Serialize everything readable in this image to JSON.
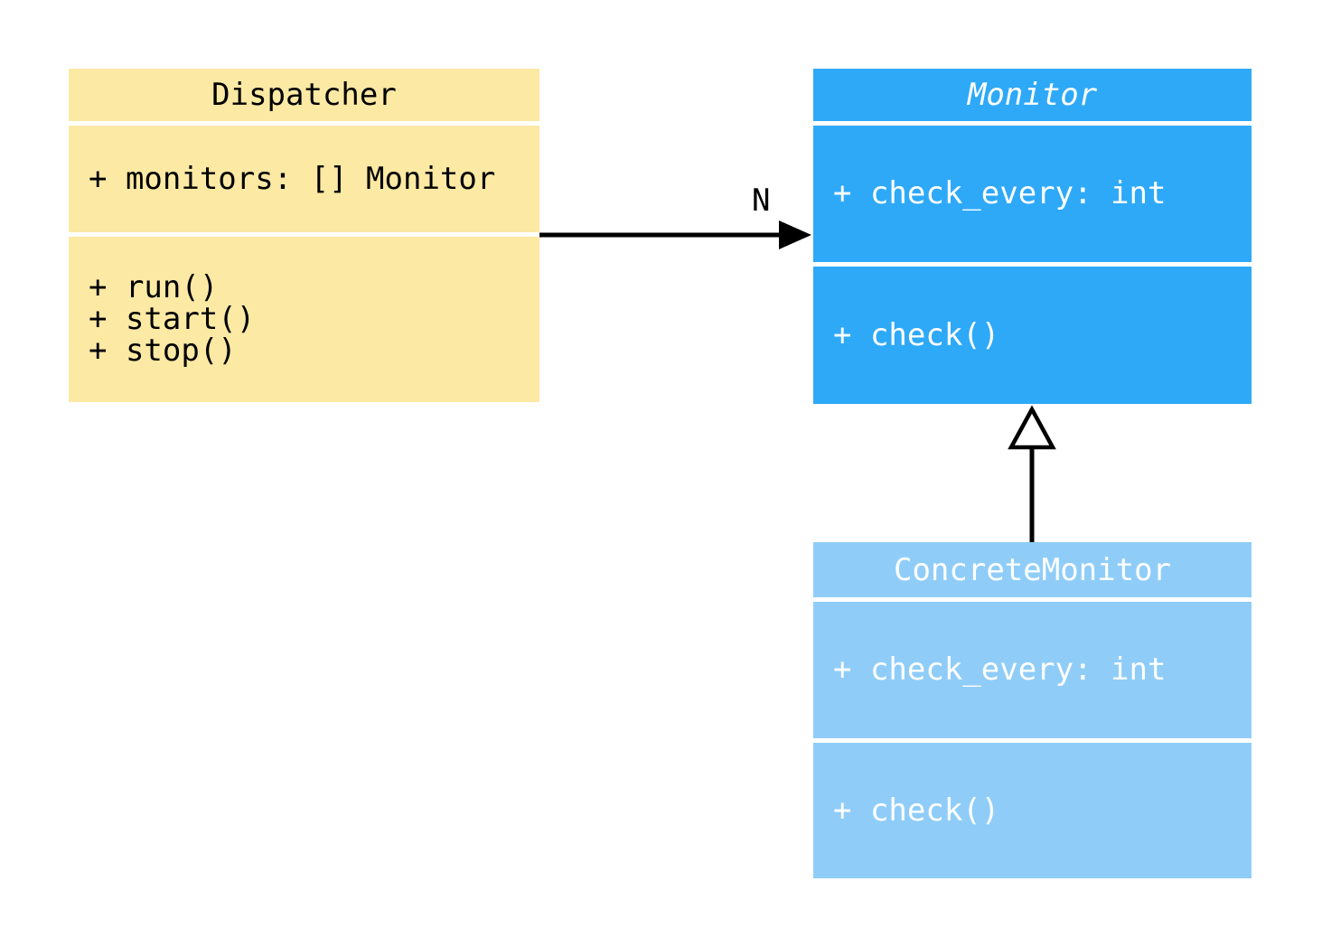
{
  "classes": {
    "dispatcher": {
      "title": "Dispatcher",
      "attributes": [
        "+ monitors: [] Monitor"
      ],
      "methods": [
        "+ run()",
        "+ start()",
        "+ stop()"
      ],
      "fill_color": "#FBE9A4",
      "text_color": "#000000"
    },
    "monitor": {
      "title": "Monitor",
      "title_italic_abstract": true,
      "attributes": [
        "+ check_every: int"
      ],
      "methods": [
        "+ check()"
      ],
      "fill_color": "#2EA9F8",
      "text_color": "#FFFFFF"
    },
    "concrete_monitor": {
      "title": "ConcreteMonitor",
      "attributes": [
        "+ check_every: int"
      ],
      "methods": [
        "+ check()"
      ],
      "fill_color": "#8FCDF8",
      "text_color": "#FFFFFF"
    }
  },
  "edges": {
    "association": {
      "type": "directed-arrow",
      "from": "Dispatcher",
      "to": "Monitor",
      "label": "N"
    },
    "inheritance": {
      "type": "generalization-hollow-triangle",
      "from": "ConcreteMonitor",
      "to": "Monitor"
    }
  },
  "colors": {
    "background": "#FFFFFF",
    "connector": "#000000",
    "divider": "#FFFFFF"
  }
}
